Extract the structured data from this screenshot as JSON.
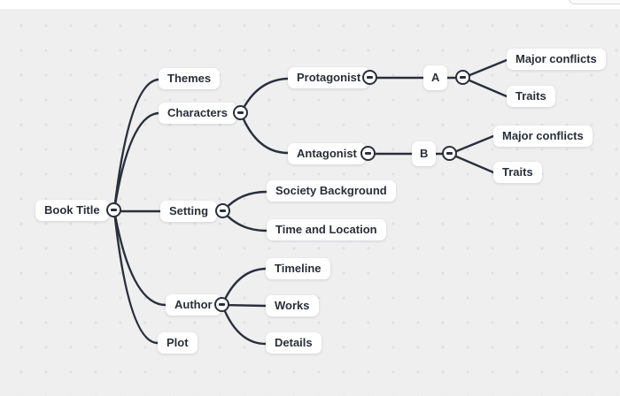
{
  "canvas": {
    "background_color": "#efeff0",
    "dot_color": "#e0e0e3",
    "line_color": "#2b2f3a",
    "node_text_color": "#2a2e37"
  },
  "icons": {
    "collapse": "minus-icon"
  },
  "nodes": {
    "book_title": {
      "label": "Book Title"
    },
    "themes": {
      "label": "Themes"
    },
    "characters": {
      "label": "Characters"
    },
    "setting": {
      "label": "Setting"
    },
    "author": {
      "label": "Author"
    },
    "plot": {
      "label": "Plot"
    },
    "protagonist": {
      "label": "Protagonist"
    },
    "antagonist": {
      "label": "Antagonist"
    },
    "a": {
      "label": "A"
    },
    "b": {
      "label": "B"
    },
    "major_conflicts_a": {
      "label": "Major conflicts"
    },
    "traits_a": {
      "label": "Traits"
    },
    "major_conflicts_b": {
      "label": "Major conflicts"
    },
    "traits_b": {
      "label": "Traits"
    },
    "society_background": {
      "label": "Society Background"
    },
    "time_and_location": {
      "label": "Time and Location"
    },
    "timeline": {
      "label": "Timeline"
    },
    "works": {
      "label": "Works"
    },
    "details": {
      "label": "Details"
    }
  }
}
